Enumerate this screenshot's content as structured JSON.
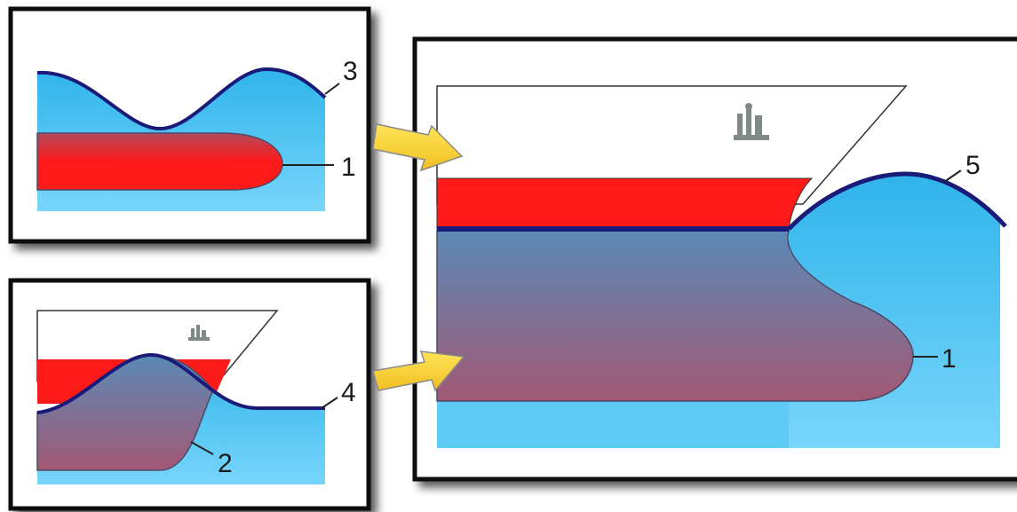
{
  "colors": {
    "water_top": "#2fb4ea",
    "water_bottom": "#6fd2fb",
    "water_flat": "#5fcbf7",
    "bulb_top": "#5f86b0",
    "bulb_bottom": "#a05a78",
    "red_hull": "#ff1a1a",
    "wave_line": "#1a1a78",
    "arrow": "#f4d23a",
    "arrow_edge": "#8a8a8a",
    "ship_icon": "#7f8a86",
    "frame": "#111111"
  },
  "panels": {
    "top_left": {
      "label_wave": "3",
      "label_bulb": "1"
    },
    "bottom_left": {
      "label_wave": "4",
      "label_bulb": "2"
    },
    "right": {
      "label_wave": "5",
      "label_bulb": "1"
    }
  }
}
